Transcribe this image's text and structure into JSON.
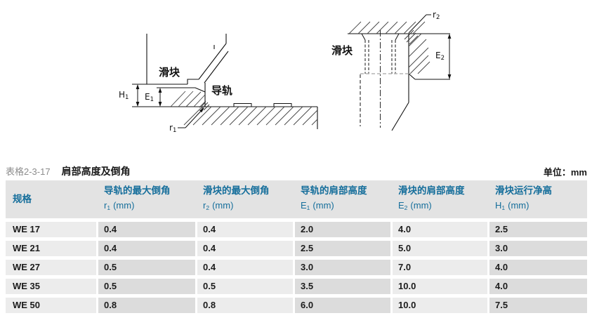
{
  "title": {
    "table_no": "表格2-3-17",
    "name": "肩部高度及倒角",
    "unit": "单位：mm"
  },
  "diagrams": {
    "left": {
      "slider": "滑块",
      "rail": "导轨",
      "dim_h": {
        "base": "H",
        "sub": "1"
      },
      "dim_e": {
        "base": "E",
        "sub": "1"
      },
      "dim_r": {
        "base": "r",
        "sub": "1"
      }
    },
    "right": {
      "slider": "滑块",
      "dim_e": {
        "base": "E",
        "sub": "2"
      },
      "dim_r": {
        "base": "r",
        "sub": "2"
      }
    }
  },
  "table": {
    "columns": [
      {
        "title": "规格",
        "sym": "",
        "sub": "",
        "unit": ""
      },
      {
        "title": "导轨的最大倒角",
        "sym": "r",
        "sub": "1",
        "unit": "(mm)"
      },
      {
        "title": "滑块的最大倒角",
        "sym": "r",
        "sub": "2",
        "unit": "(mm)"
      },
      {
        "title": "导轨的肩部高度",
        "sym": "E",
        "sub": "1",
        "unit": "(mm)"
      },
      {
        "title": "滑块的肩部高度",
        "sym": "E",
        "sub": "2",
        "unit": "(mm)"
      },
      {
        "title": "滑块运行净高",
        "sym": "H",
        "sub": "1",
        "unit": "(mm)"
      }
    ],
    "rows": [
      [
        "WE 17",
        "0.4",
        "0.4",
        "2.0",
        "4.0",
        "2.5"
      ],
      [
        "WE 21",
        "0.4",
        "0.4",
        "2.5",
        "5.0",
        "3.0"
      ],
      [
        "WE 27",
        "0.5",
        "0.4",
        "3.0",
        "7.0",
        "4.0"
      ],
      [
        "WE 35",
        "0.5",
        "0.5",
        "3.5",
        "10.0",
        "4.0"
      ],
      [
        "WE 50",
        "0.8",
        "0.8",
        "6.0",
        "10.0",
        "7.5"
      ]
    ]
  },
  "colors": {
    "header_text": "#156e9b",
    "header_bg": "#e3e3e3",
    "cell_light": "#ececec",
    "cell_dark": "#dcdcdc",
    "title_gray": "#8c8c8c",
    "line": "#111111"
  }
}
